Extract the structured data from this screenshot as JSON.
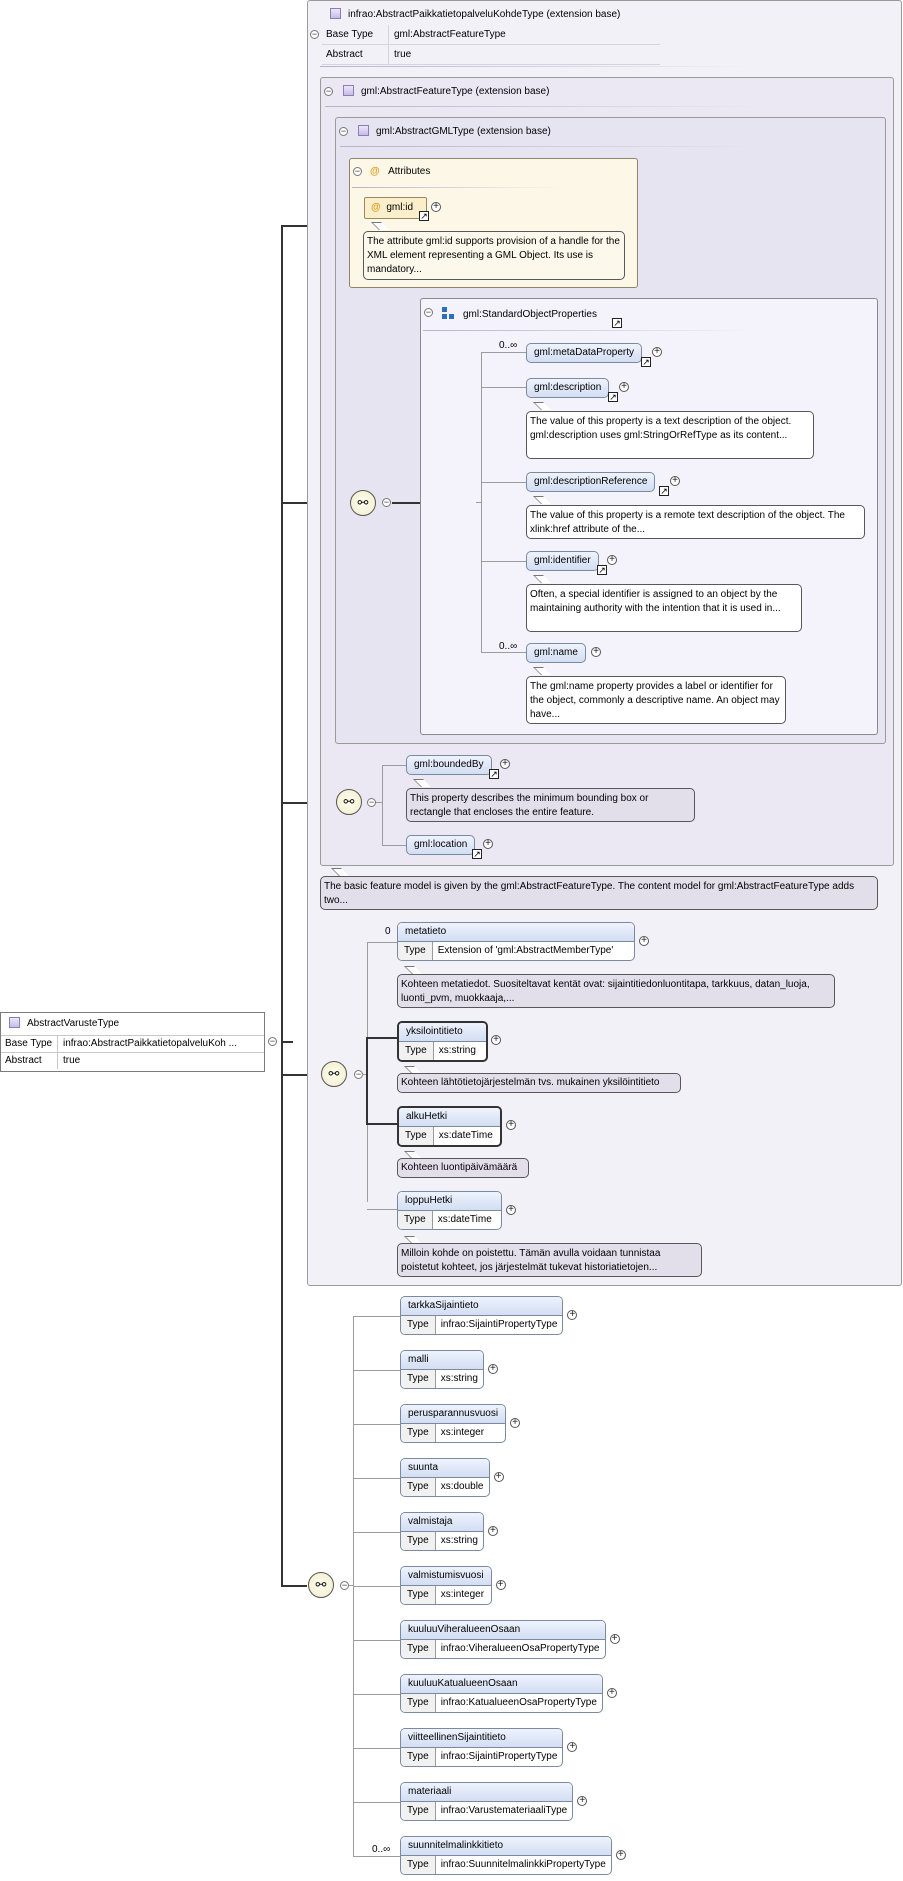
{
  "root": {
    "name": "AbstractVarusteType",
    "props": [
      {
        "k": "Base Type",
        "v": "infrao:AbstractPaikkatietopalveluKoh ..."
      },
      {
        "k": "Abstract",
        "v": "true"
      }
    ]
  },
  "base1": {
    "title": "infrao:AbstractPaikkatietopalveluKohdeType (extension base)",
    "props": [
      {
        "k": "Base Type",
        "v": "gml:AbstractFeatureType"
      },
      {
        "k": "Abstract",
        "v": "true"
      }
    ]
  },
  "base2": {
    "title": "gml:AbstractFeatureType (extension base)"
  },
  "base3": {
    "title": "gml:AbstractGMLType (extension base)"
  },
  "attributes": {
    "title": "Attributes",
    "id_label": "gml:id",
    "id_doc": "The attribute gml:id supports provision of a handle for the XML element representing a GML Object. Its use is mandatory..."
  },
  "group": {
    "title": "gml:StandardObjectProperties",
    "items": [
      {
        "label": "gml:metaDataProperty",
        "card": "0..∞",
        "doc": ""
      },
      {
        "label": "gml:description",
        "card": "",
        "doc": "The value of this property is a text description of the object. gml:description uses gml:StringOrRefType as its content..."
      },
      {
        "label": "gml:descriptionReference",
        "card": "",
        "doc": "The value of this property is a remote text description of the object. The xlink:href attribute of the..."
      },
      {
        "label": "gml:identifier",
        "card": "",
        "doc": "Often, a special identifier is assigned to an object by the maintaining authority with the intention that it is used in..."
      },
      {
        "label": "gml:name",
        "card": "0..∞",
        "doc": "The gml:name property provides a label or identifier for the object, commonly a descriptive name. An object may have..."
      }
    ]
  },
  "feature": {
    "boundedBy": "gml:boundedBy",
    "boundedBy_doc": "This property describes the minimum bounding box or rectangle that encloses the entire feature.",
    "location": "gml:location",
    "doc": "The basic feature model is given by the gml:AbstractFeatureType. The content model for gml:AbstractFeatureType adds two..."
  },
  "base1_elems": [
    {
      "label": "metatieto",
      "card": "0",
      "type": "Extension of 'gml:AbstractMemberType'",
      "doc": "Kohteen metatiedot. Suositeltavat kentät ovat: sijaintitiedonluontitapa, tarkkuus, datan_luoja, luonti_pvm, muokkaaja,..."
    },
    {
      "label": "yksilointitieto",
      "card": "",
      "type": "xs:string",
      "doc": "Kohteen lähtötietojärjestelmän tvs. mukainen yksilöintitieto"
    },
    {
      "label": "alkuHetki",
      "card": "",
      "type": "xs:dateTime",
      "doc": "Kohteen luontipäivämäärä"
    },
    {
      "label": "loppuHetki",
      "card": "",
      "type": "xs:dateTime",
      "doc": "Milloin kohde on poistettu. Tämän avulla voidaan tunnistaa poistetut kohteet, jos järjestelmät tukevat historiatietojen..."
    }
  ],
  "type_label": "Type",
  "own_elems": [
    {
      "label": "tarkkaSijaintieto",
      "type": "infrao:SijaintiPropertyType",
      "card": ""
    },
    {
      "label": "malli",
      "type": "xs:string",
      "card": ""
    },
    {
      "label": "perusparannusvuosi",
      "type": "xs:integer",
      "card": ""
    },
    {
      "label": "suunta",
      "type": "xs:double",
      "card": ""
    },
    {
      "label": "valmistaja",
      "type": "xs:string",
      "card": ""
    },
    {
      "label": "valmistumisvuosi",
      "type": "xs:integer",
      "card": ""
    },
    {
      "label": "kuuluuViheralueenOsaan",
      "type": "infrao:ViheralueenOsaPropertyType",
      "card": ""
    },
    {
      "label": "kuuluuKatualueenOsaan",
      "type": "infrao:KatualueenOsaPropertyType",
      "card": ""
    },
    {
      "label": "viitteellinenSijaintitieto",
      "type": "infrao:SijaintiPropertyType",
      "card": ""
    },
    {
      "label": "materiaali",
      "type": "infrao:VarustemateriaaliType",
      "card": ""
    },
    {
      "label": "suunnitelmalinkkitieto",
      "type": "infrao:SuunnitelmalinkkiPropertyType",
      "card": "0..∞"
    }
  ],
  "icons": {
    "sequence": "sequence-icon",
    "type": "complex-type-icon",
    "group": "group-icon",
    "attribute": "attribute-icon",
    "link": "link-arrow-icon"
  }
}
